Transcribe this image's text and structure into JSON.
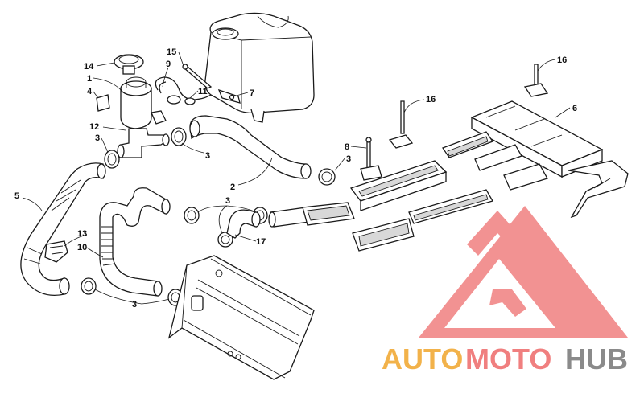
{
  "diagram": {
    "callouts": [
      {
        "id": "c14",
        "text": "14"
      },
      {
        "id": "c1",
        "text": "1"
      },
      {
        "id": "c4",
        "text": "4"
      },
      {
        "id": "c12",
        "text": "12"
      },
      {
        "id": "c3a",
        "text": "3"
      },
      {
        "id": "c3b",
        "text": "3"
      },
      {
        "id": "c15",
        "text": "15"
      },
      {
        "id": "c9",
        "text": "9"
      },
      {
        "id": "c11",
        "text": "11"
      },
      {
        "id": "c7",
        "text": "7"
      },
      {
        "id": "c2",
        "text": "2"
      },
      {
        "id": "c8",
        "text": "8"
      },
      {
        "id": "c3c",
        "text": "3"
      },
      {
        "id": "c16a",
        "text": "16"
      },
      {
        "id": "c16b",
        "text": "16"
      },
      {
        "id": "c6",
        "text": "6"
      },
      {
        "id": "c5",
        "text": "5"
      },
      {
        "id": "c13",
        "text": "13"
      },
      {
        "id": "c10",
        "text": "10"
      },
      {
        "id": "c3d",
        "text": "3"
      },
      {
        "id": "c17",
        "text": "17"
      },
      {
        "id": "c3e",
        "text": "3"
      }
    ]
  },
  "watermark": {
    "part1": "AUTO",
    "part2": "MOTO",
    "part3": "HUB",
    "colors": {
      "orange": "#f2b24a",
      "red": "#f07f7f",
      "gray": "#8a8a8a"
    }
  }
}
